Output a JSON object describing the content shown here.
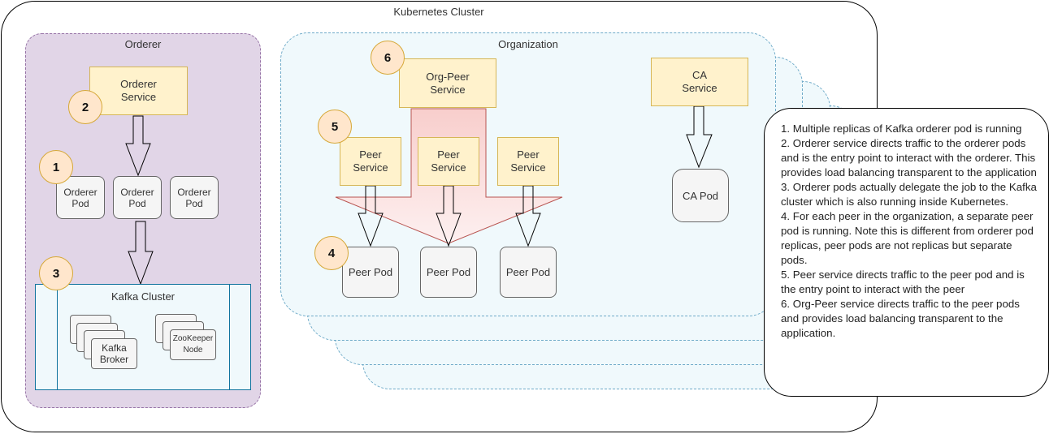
{
  "diagram": {
    "cluster_title": "Kubernetes Cluster",
    "orderer": {
      "title": "Orderer",
      "service": "Orderer\nService",
      "pods": [
        "Orderer\nPod",
        "Orderer\nPod",
        "Orderer\nPod"
      ],
      "kafka": {
        "title": "Kafka Cluster",
        "broker": "Kafka\nBroker",
        "zookeeper": "ZooKeeper\nNode"
      }
    },
    "organization": {
      "title": "Organization",
      "org_peer_service": "Org-Peer\nService",
      "peer_services": [
        "Peer\nService",
        "Peer\nService",
        "Peer\nService"
      ],
      "peer_pods": [
        "Peer Pod",
        "Peer Pod",
        "Peer Pod"
      ],
      "ca_service": "CA\nService",
      "ca_pod": "CA Pod"
    },
    "badges": [
      "1",
      "2",
      "3",
      "4",
      "5",
      "6"
    ],
    "notes": [
      "1. Multiple replicas of Kafka orderer pod is running",
      "2. Orderer service directs traffic to the orderer pods and is the entry point to interact with the orderer. This provides load balancing transparent to the application",
      "3. Orderer pods actually delegate the job to the Kafka cluster which is also running inside Kubernetes.",
      "4. For each peer in the organization, a separate peer pod is running. Note this is different from orderer pod replicas, peer pods are not replicas but separate pods.",
      "5. Peer service directs traffic to the peer pod and is the entry point to interact with the peer",
      "6. Org-Peer service directs traffic to the peer pods and provides load balancing transparent to the application."
    ],
    "colors": {
      "orderer_zone": "#e1d5e7",
      "organization_zone": "#f0f9fc",
      "service": "#fff2cc",
      "pod": "#f5f5f5",
      "badge": "#ffe6cc",
      "fan_arrow": "#f8cecc"
    }
  }
}
